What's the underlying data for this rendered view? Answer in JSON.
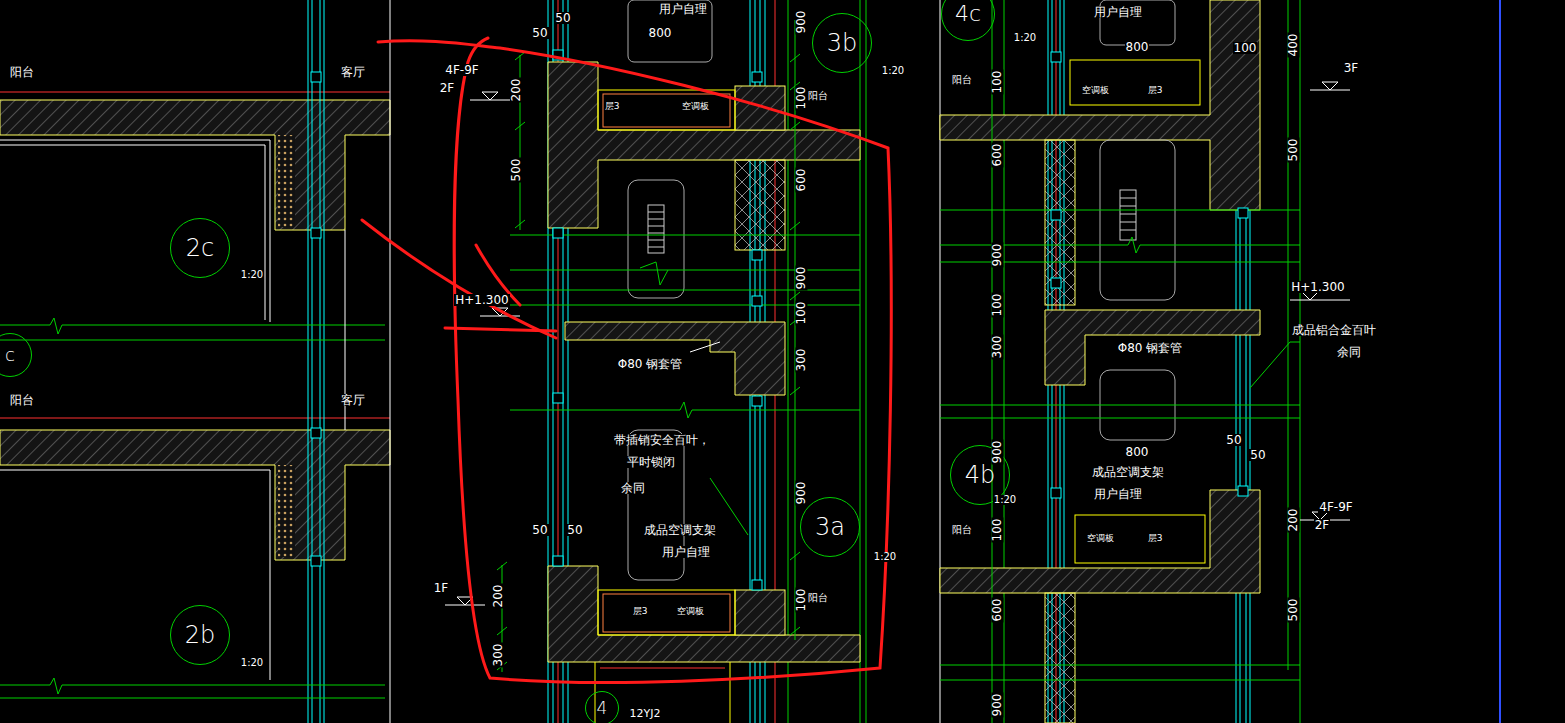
{
  "diagram": {
    "nodes": [
      {
        "text": [
          "4c"
        ]
      },
      {
        "text": [
          "3b"
        ]
      },
      {
        "text": [
          "2c"
        ]
      },
      {
        "text": [
          "c"
        ]
      },
      {
        "text": [
          "4b"
        ]
      },
      {
        "text": [
          "3a"
        ]
      },
      {
        "text": [
          "2b"
        ]
      },
      {
        "text": [
          "4"
        ]
      }
    ],
    "labels": [
      "阳台",
      "客厅",
      "1:20",
      "阳台",
      "客厅",
      "1:20",
      "50",
      "用户自理",
      "800",
      "50",
      "900",
      "1:20",
      "4F-9F",
      "2F",
      "200",
      "层3",
      "空调板",
      "100",
      "阳台",
      "500",
      "600",
      "900",
      "H+1.300",
      "100",
      "300",
      "Φ80 钢套管",
      "带插销安全百叶，",
      "平时锁闭",
      "余同",
      "900",
      "1:20",
      "50",
      "50",
      "成品空调支架",
      "用户自理",
      "1F",
      "200",
      "层3",
      "空调板",
      "100",
      "阳台",
      "300",
      "12YJ2",
      "1:20",
      "用户自理",
      "800",
      "100",
      "400",
      "3F",
      "阳台",
      "100",
      "空调板",
      "层3",
      "500",
      "600",
      "900",
      "H+1.300",
      "100",
      "成品铝合金百叶",
      "Φ80 钢套管",
      "300",
      "余同",
      "50",
      "900",
      "800",
      "50",
      "成品空调支架",
      "1:20",
      "用户自理",
      "4F-9F",
      "200",
      "2F",
      "阳台",
      "100",
      "空调板",
      "层3",
      "500",
      "600",
      "900"
    ]
  }
}
